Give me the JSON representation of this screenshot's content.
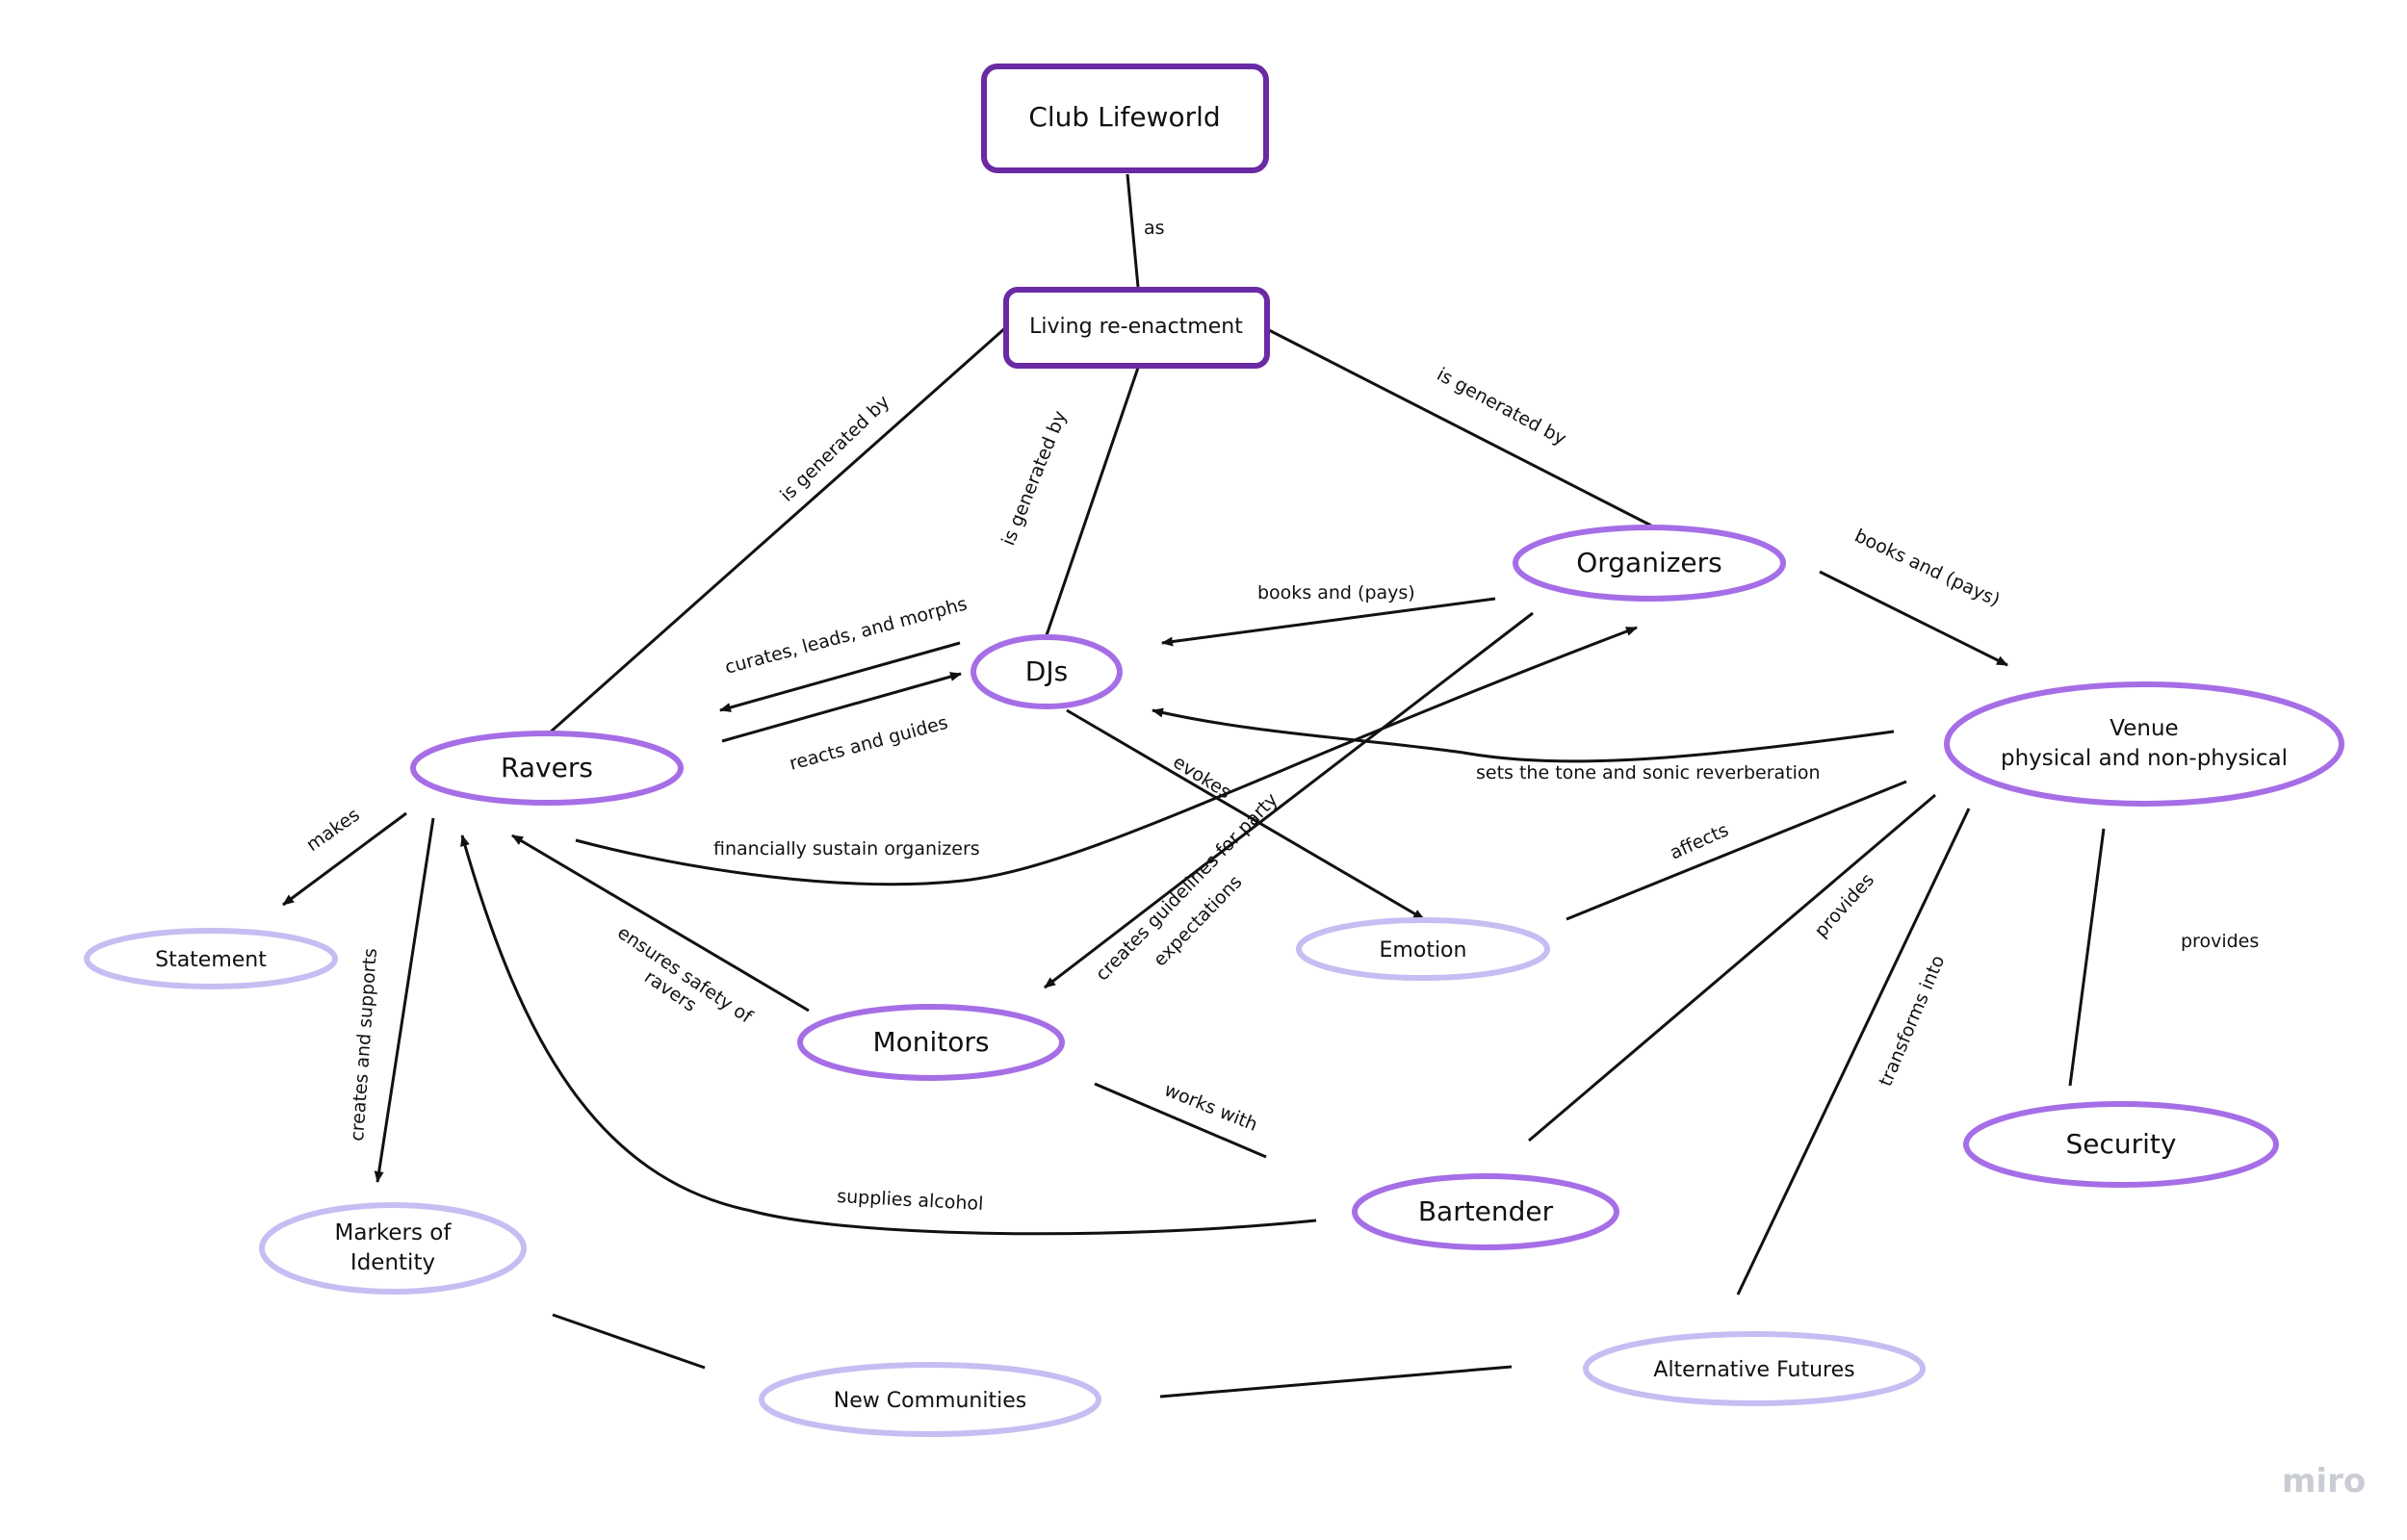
{
  "colors": {
    "rect_border": "#6a2aa3",
    "ellipse_primary": "#a66ee6",
    "ellipse_secondary": "#c7bdf2",
    "line": "#111111",
    "watermark": "#c9ccd3"
  },
  "nodes": {
    "club_lifeworld": "Club Lifeworld",
    "living_reenactment": "Living re-enactment",
    "organizers": "Organizers",
    "djs": "DJs",
    "ravers": "Ravers",
    "venue_line1": "Venue",
    "venue_line2": "physical and non-physical",
    "statement": "Statement",
    "emotion": "Emotion",
    "monitors": "Monitors",
    "security": "Security",
    "bartender": "Bartender",
    "markers_line1": "Markers of",
    "markers_line2": "Identity",
    "new_communities": "New Communities",
    "alternative_futures": "Alternative Futures"
  },
  "edges": {
    "as": "as",
    "ravers_generated": "is generated by",
    "djs_generated": "is generated by",
    "organizers_generated": "is generated by",
    "books_djs": "books and (pays)",
    "books_venue": "books and (pays)",
    "curates": "curates, leads, and morphs",
    "reacts": "reacts and guides",
    "sets_tone": "sets the tone and sonic reverberation",
    "evokes": "evokes",
    "makes": "makes",
    "financially": "financially sustain organizers",
    "affects": "affects",
    "guidelines_line1": "creates guidelines for party",
    "guidelines_line2": "expectations",
    "provides_bartender": "provides",
    "provides_security": "provides",
    "ensures_line1": "ensures safety of",
    "ensures_line2": "ravers",
    "creates_supports": "creates and supports",
    "transforms": "transforms into",
    "works_with": "works with",
    "supplies": "supplies alcohol"
  },
  "watermark": "miro"
}
